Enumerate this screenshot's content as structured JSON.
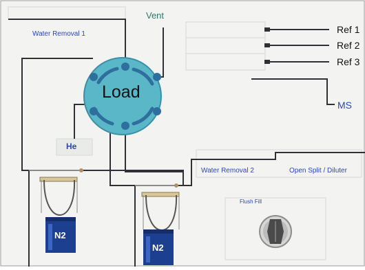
{
  "labels": {
    "water_removal_1": "Water Removal 1",
    "water_removal_2": "Water Removal 2",
    "vent": "Vent",
    "load": "Load",
    "he": "He",
    "ref_1": "Ref 1",
    "ref_2": "Ref 2",
    "ref_3": "Ref 3",
    "ms": "MS",
    "open_split": "Open Split / Diluter",
    "flush_fill": "Flush Fill",
    "n2_left": "N2",
    "n2_right": "N2"
  },
  "colors": {
    "background": "#f3f4f1",
    "pipe": "#2f2f35",
    "valve_body": "#5ab7c8",
    "valve_ring": "#2f6f9e",
    "label_blue": "#2b45b8",
    "dewar": "#1c3f8f"
  },
  "icons": [
    "rotary-valve-icon",
    "dewar-n2-icon",
    "trap-loop-icon",
    "flush-fill-knob-icon"
  ]
}
